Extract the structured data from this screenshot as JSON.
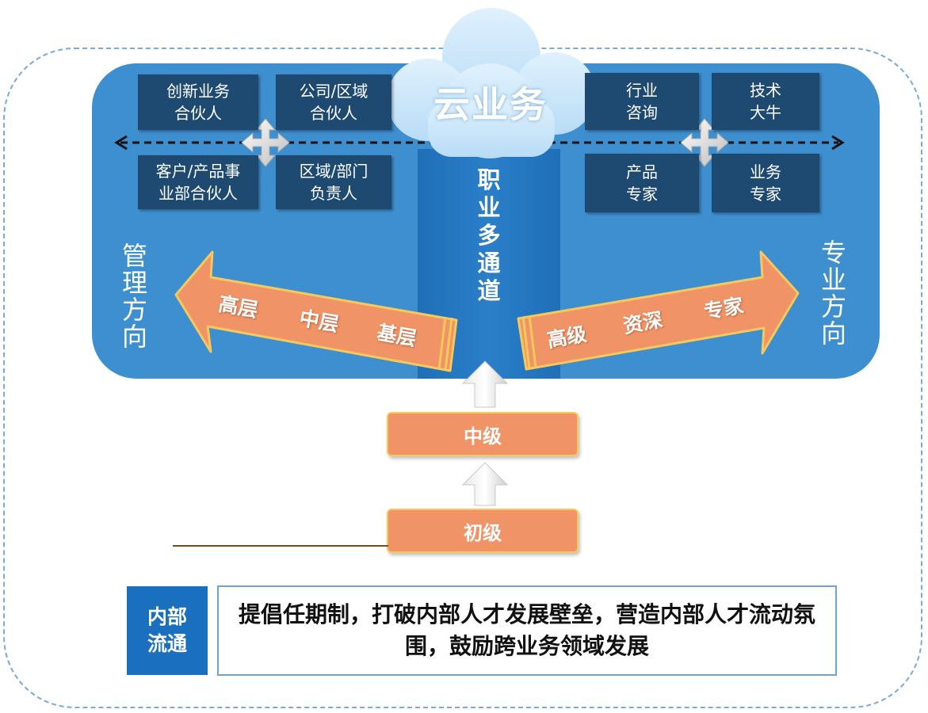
{
  "cloud": {
    "title": "云业务"
  },
  "center": {
    "vertical_title": "职业多通道"
  },
  "left_roles": [
    {
      "label": "创新业务\n合伙人"
    },
    {
      "label": "公司/区域\n合伙人"
    },
    {
      "label": "客户/产品事\n业部合伙人"
    },
    {
      "label": "区域/部门\n负责人"
    }
  ],
  "right_roles": [
    {
      "label": "行业\n咨询"
    },
    {
      "label": "技术\n大牛"
    },
    {
      "label": "产品\n专家"
    },
    {
      "label": "业务\n专家"
    }
  ],
  "directions": {
    "management": "管理方向",
    "professional": "专业方向"
  },
  "management_ranks": [
    "高层",
    "中层",
    "基层"
  ],
  "professional_ranks": [
    "高级",
    "资深",
    "专家"
  ],
  "levels": {
    "middle": "中级",
    "junior": "初级"
  },
  "internal_flow": {
    "badge": "内部流通",
    "description": "提倡任期制，打破内部人才发展壁垒，营造内部人才流动氛围，鼓励跨业务领域发展"
  },
  "colors": {
    "panel_blue": "#3d8fcf",
    "role_box": "#1e4a72",
    "arrow_orange": "#f09467",
    "arrow_border": "#f7c85a",
    "cloud": "#c9e6fa",
    "badge_blue": "#1a6fbf"
  }
}
